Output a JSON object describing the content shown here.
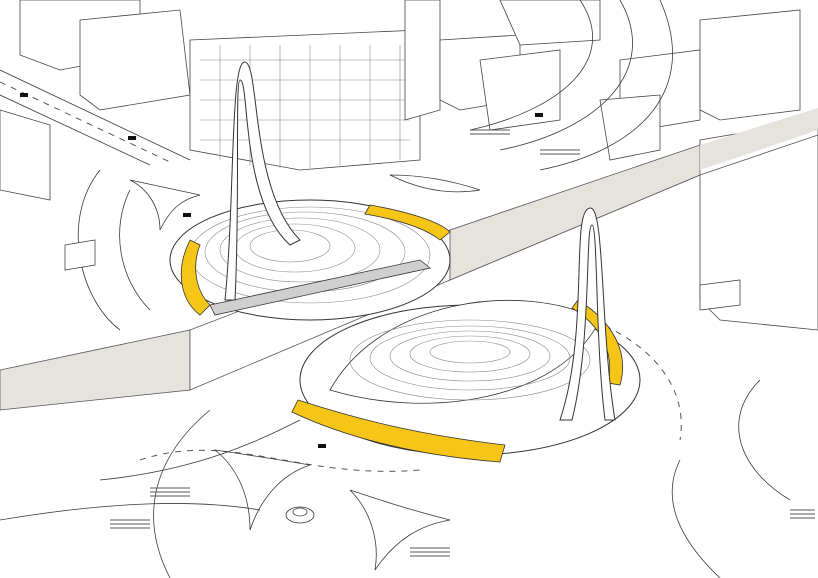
{
  "colors": {
    "background": "#ffffff",
    "section_band": "#e6e3df",
    "highlight": "#f5c518",
    "linework": "#3a3a3a"
  },
  "icons": [
    "roundabout-plaza",
    "arch-structure",
    "building",
    "car",
    "pedestrian"
  ]
}
